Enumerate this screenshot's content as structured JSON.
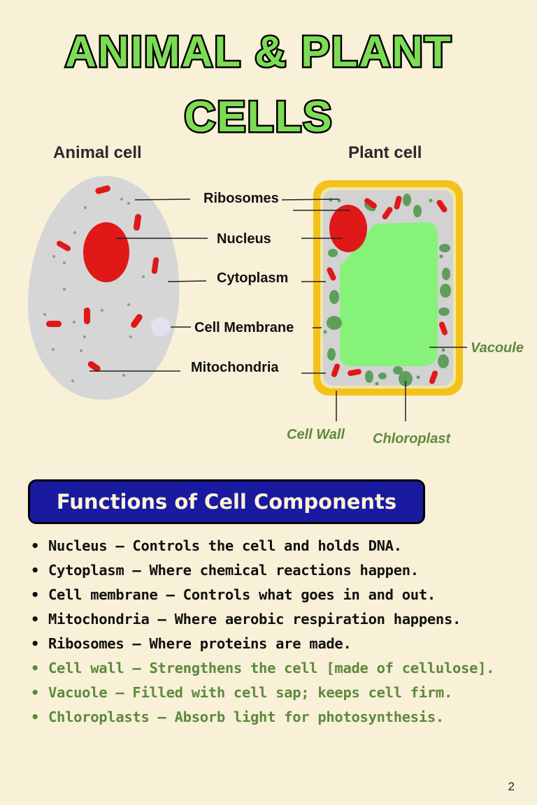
{
  "title": {
    "line1": "ANIMAL & PLANT",
    "line2": "CELLS"
  },
  "headings": {
    "animal": "Animal cell",
    "plant": "Plant cell"
  },
  "labels": {
    "ribosomes": "Ribosomes",
    "nucleus": "Nucleus",
    "cytoplasm": "Cytoplasm",
    "membrane": "Cell Membrane",
    "mitochondria": "Mitochondria",
    "vacuole": "Vacoule",
    "cell_wall": "Cell Wall",
    "chloroplast": "Chloroplast"
  },
  "functions_heading": "Functions of Cell Components",
  "functions": [
    {
      "text": "Nucleus – Controls the cell and holds DNA.",
      "group": "animal"
    },
    {
      "text": "Cytoplasm – Where chemical reactions happen.",
      "group": "animal"
    },
    {
      "text": "Cell membrane – Controls what goes in and out.",
      "group": "animal"
    },
    {
      "text": "Mitochondria – Where aerobic respiration happens.",
      "group": "animal"
    },
    {
      "text": "Ribosomes – Where proteins are made.",
      "group": "animal"
    },
    {
      "text": "Cell wall – Strengthens the cell [made of cellulose].",
      "group": "plant"
    },
    {
      "text": "Vacuole – Filled with cell sap; keeps cell firm.",
      "group": "plant"
    },
    {
      "text": "Chloroplasts – Absorb light for photosynthesis.",
      "group": "plant"
    }
  ],
  "page_number": "2",
  "colors": {
    "background": "#f9f0d8",
    "title_fill": "#7ddc55",
    "nucleus": "#e01818",
    "cell_wall": "#f5c21b",
    "vacuole": "#86f27a",
    "chloroplast": "#5e9e5a",
    "heading_box": "#1a1aa0",
    "plant_text": "#5c8a3c"
  }
}
